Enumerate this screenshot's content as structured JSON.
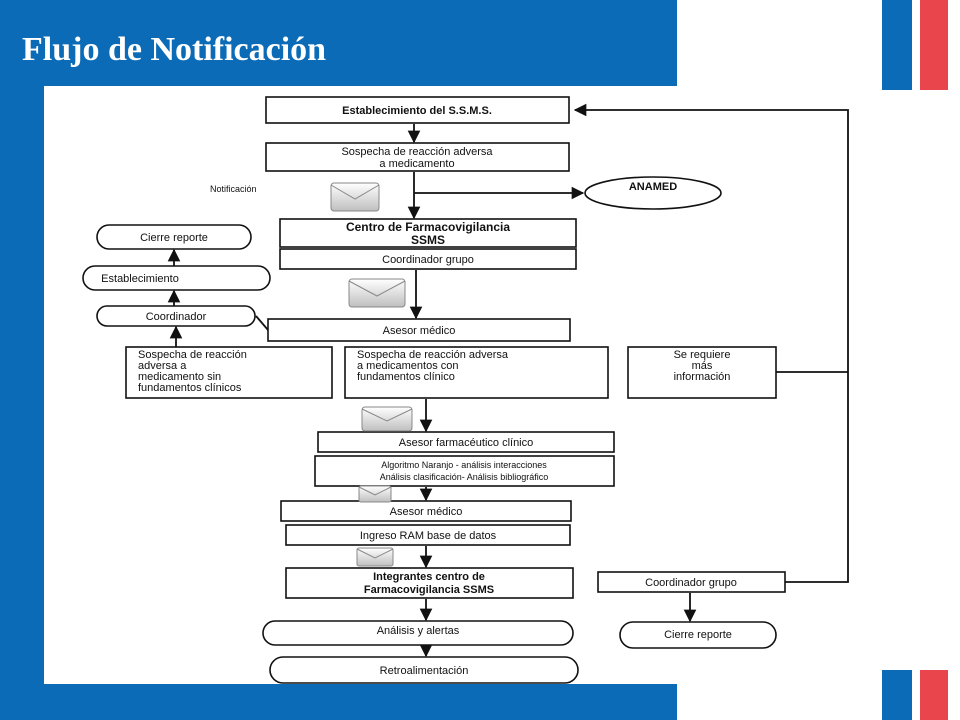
{
  "title": "Flujo de Notificación",
  "nodes": {
    "establecimiento_ssms": "Establecimiento del S.S.M.S.",
    "sospecha_1": "Sospecha de reacción adversa",
    "sospecha_2": "a medicamento",
    "notificacion": "Notificación",
    "anamed": "ANAMED",
    "centro_1": "Centro de Farmacovigilancia",
    "centro_2": "SSMS",
    "coordinador_grupo": "Coordinador grupo",
    "cierre_reporte": "Cierre reporte",
    "establecimiento": "Establecimiento",
    "coordinador": "Coordinador",
    "asesor_medico": "Asesor médico",
    "sin_fund_1": "Sospecha de reacción",
    "sin_fund_2": "adversa a",
    "sin_fund_3": "medicamento sin",
    "sin_fund_4": "fundamentos clínicos",
    "con_fund_1": "Sospecha de reacción adversa",
    "con_fund_2": "a medicamentos con",
    "con_fund_3": "fundamentos clínico",
    "req_1": "Se requiere",
    "req_2": "más",
    "req_3": "información",
    "asesor_farmaceutico": "Asesor farmacéutico clínico",
    "algoritmo_1": "Algoritmo Naranjo - análisis interacciones",
    "algoritmo_2": "Análisis clasificación- Análisis bibliográfico",
    "asesor_medico_2": "Asesor médico",
    "ingreso_ram": "Ingreso RAM base de datos",
    "integrantes_1": "Integrantes centro de",
    "integrantes_2": "Farmacovigilancia SSMS",
    "coordinador_grupo_2": "Coordinador grupo",
    "analisis_alertas": "Análisis y alertas",
    "cierre_reporte_2": "Cierre reporte",
    "retroalimentacion": "Retroalimentación"
  }
}
